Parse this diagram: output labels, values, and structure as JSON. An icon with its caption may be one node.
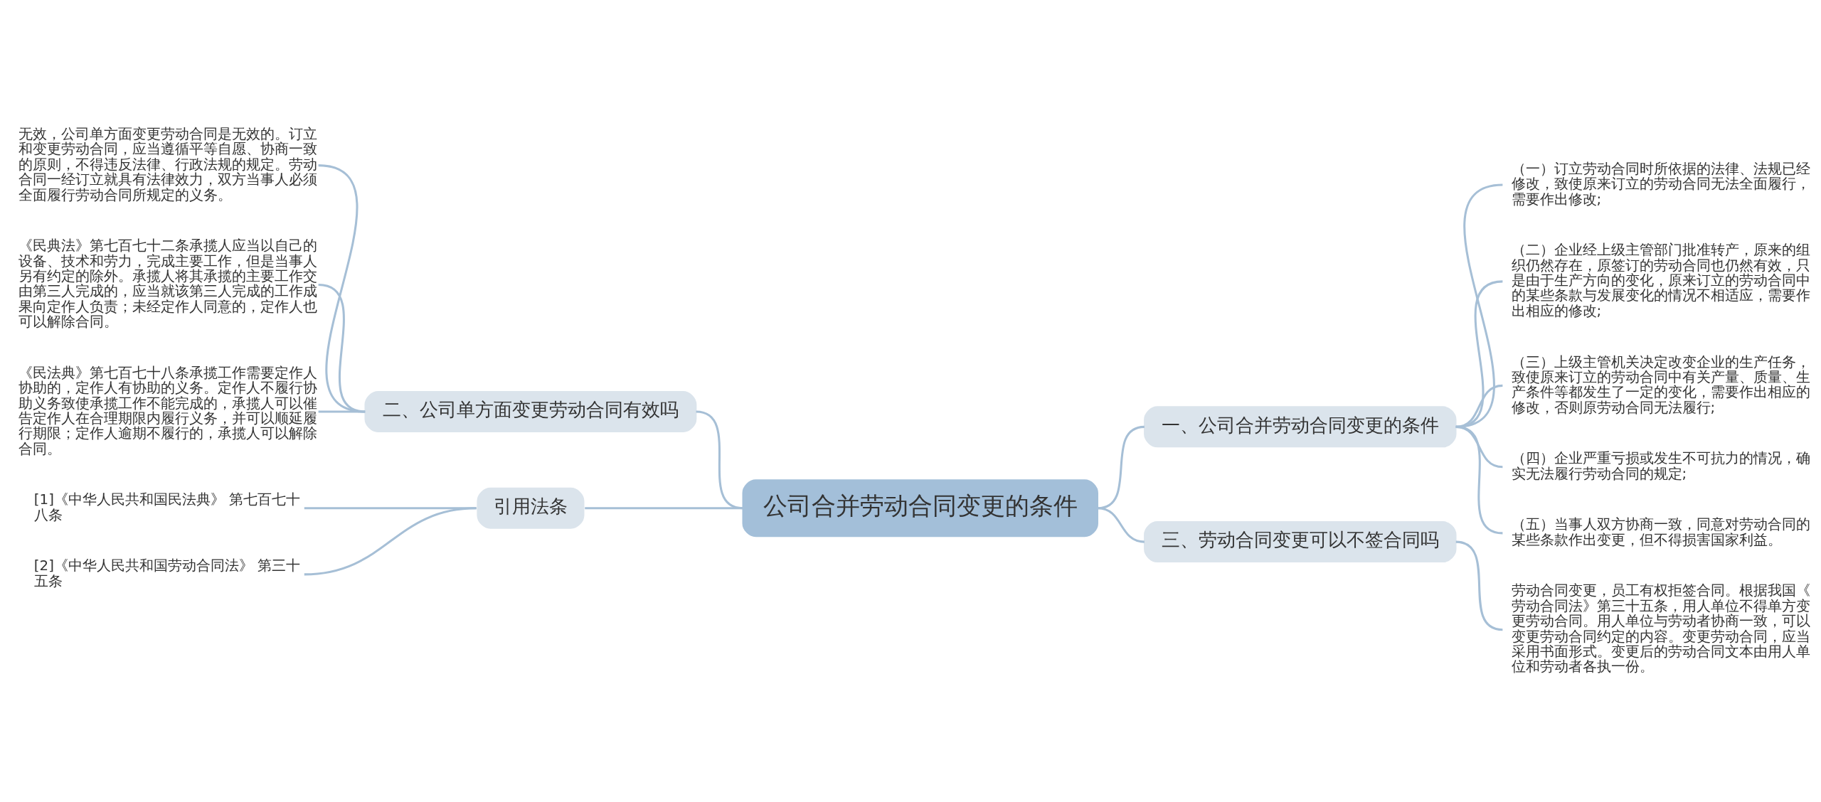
{
  "diagram": {
    "nodes": [
      {
        "text": [
          "公司合并劳动合同变更的条件"
        ]
      },
      {
        "text": [
          "二、公司单方面变更劳动合同有效吗"
        ]
      },
      {
        "text": [
          "无效，公司单方面变更劳动合同是无效的。订立和变更劳动合同，应当遵循平等自愿、协商一致的原则，不得违反法律、行政法规的规定。劳动合同一经订立就具有法律效力，双方当事人必须全面履行劳动合同所规定的义务。"
        ]
      },
      {
        "text": [
          "《民典法》第七百七十二条承揽人应当以自己的设备、技术和劳力，完成主要工作，但是当事人另有约定的除外。承揽人将其承揽的主要工作交由第三人完成的，应当就该第三人完成的工作成果向定作人负责；未经定作人同意的，定作人也可以解除合同。"
        ]
      },
      {
        "text": [
          "《民法典》第七百七十八条承揽工作需要定作人协助的，定作人有协助的义务。定作人不履行协助义务致使承揽工作不能完成的，承揽人可以催告定作人在合理期限内履行义务，并可以顺延履行期限；定作人逾期不履行的，承揽人可以解除合同。"
        ]
      },
      {
        "text": [
          "引用法条"
        ]
      },
      {
        "text": [
          "[1]《中华人民共和国民法典》 第七百七十八条"
        ]
      },
      {
        "text": [
          "[2]《中华人民共和国劳动合同法》 第三十五条"
        ]
      },
      {
        "text": [
          "一、公司合并劳动合同变更的条件"
        ]
      },
      {
        "text": [
          "（一）订立劳动合同时所依据的法律、法规已经修改，致使原来订立的劳动合同无法全面履行，需要作出修改;"
        ]
      },
      {
        "text": [
          "（二）企业经上级主管部门批准转产，原来的组织仍然存在，原签订的劳动合同也仍然有效，只是由于生产方向的变化，原来订立的劳动合同中的某些条款与发展变化的情况不相适应，需要作出相应的修改;"
        ]
      },
      {
        "text": [
          "（三）上级主管机关决定改变企业的生产任务，致使原来订立的劳动合同中有关产量、质量、生产条件等都发生了一定的变化，需要作出相应的修改，否则原劳动合同无法履行;"
        ]
      },
      {
        "text": [
          "（四）企业严重亏损或发生不可抗力的情况，确实无法履行劳动合同的规定;"
        ]
      },
      {
        "text": [
          "（五）当事人双方协商一致，同意对劳动合同的某些条款作出变更，但不得损害国家利益。"
        ]
      },
      {
        "text": [
          "三、劳动合同变更可以不签合同吗"
        ]
      },
      {
        "text": [
          "劳动合同变更，员工有权拒签合同。根据我国《劳动合同法》第三十五条，用人单位不得单方变更劳动合同。用人单位与劳动者协商一致，可以变更劳动合同约定的内容。变更劳动合同，应当采用书面形式。变更后的劳动合同文本由用人单位和劳动者各执一份。"
        ]
      }
    ],
    "edges": [
      {
        "from": 0,
        "to": 1,
        "arrow": "none"
      },
      {
        "from": 1,
        "to": 2,
        "arrow": "none"
      },
      {
        "from": 1,
        "to": 3,
        "arrow": "none"
      },
      {
        "from": 1,
        "to": 4,
        "arrow": "none"
      },
      {
        "from": 0,
        "to": 5,
        "arrow": "none"
      },
      {
        "from": 5,
        "to": 6,
        "arrow": "none"
      },
      {
        "from": 5,
        "to": 7,
        "arrow": "none"
      },
      {
        "from": 0,
        "to": 8,
        "arrow": "none"
      },
      {
        "from": 8,
        "to": 9,
        "arrow": "none"
      },
      {
        "from": 8,
        "to": 10,
        "arrow": "none"
      },
      {
        "from": 8,
        "to": 11,
        "arrow": "none"
      },
      {
        "from": 8,
        "to": 12,
        "arrow": "none"
      },
      {
        "from": 8,
        "to": 13,
        "arrow": "none"
      },
      {
        "from": 0,
        "to": 14,
        "arrow": "none"
      },
      {
        "from": 14,
        "to": 15,
        "arrow": "none"
      }
    ]
  }
}
